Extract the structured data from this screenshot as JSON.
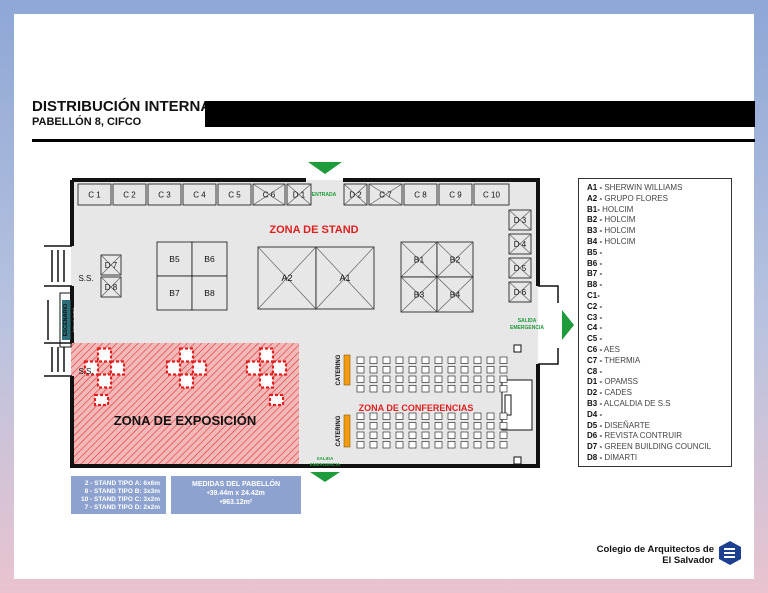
{
  "header": {
    "title": "DISTRIBUCIÓN INTERNA",
    "subtitle": "PABELLÓN 8, CIFCO"
  },
  "plan": {
    "c_top": [
      "C 1",
      "C 2",
      "C 3",
      "C 4",
      "C 5",
      "C 6",
      "D 1",
      "D 2",
      "C 7",
      "C 8",
      "C 9",
      "C 10"
    ],
    "d_right": [
      "D 3",
      "D 4",
      "D 5",
      "D 6"
    ],
    "d_left": [
      "D 7",
      "D 8"
    ],
    "b_left": [
      "B5",
      "B6",
      "B7",
      "B8"
    ],
    "b_right": [
      "B1",
      "B2",
      "B3",
      "B4"
    ],
    "a": [
      "A2",
      "A1"
    ],
    "entrance": "ENTRADA",
    "zone_stand": "ZONA DE STAND",
    "zone_expo": "ZONA DE EXPOSICIÓN",
    "zone_conf": "ZONA DE CONFERENCIAS",
    "catering": "CATERING",
    "exit": [
      "SALIDA",
      "EMERGENCIA"
    ],
    "ss": "S.S.",
    "stage": "ESCENARIO",
    "stage_sub": "ZONA DE DEMOS"
  },
  "legend": [
    {
      "code": "A1 -",
      "name": "SHERWIN WILLIAMS"
    },
    {
      "code": "A2 -",
      "name": "GRUPO FLORES"
    },
    {
      "code": "B1-",
      "name": "HOLCIM"
    },
    {
      "code": "B2 -",
      "name": "HOLCIM"
    },
    {
      "code": "B3 -",
      "name": "HOLCIM"
    },
    {
      "code": "B4 -",
      "name": "HOLCIM"
    },
    {
      "code": "B5 -",
      "name": ""
    },
    {
      "code": "B6 -",
      "name": ""
    },
    {
      "code": "B7 -",
      "name": ""
    },
    {
      "code": "B8 -",
      "name": ""
    },
    {
      "code": "C1-",
      "name": ""
    },
    {
      "code": "C2 -",
      "name": ""
    },
    {
      "code": "C3 -",
      "name": ""
    },
    {
      "code": "C4 -",
      "name": ""
    },
    {
      "code": "C5 -",
      "name": ""
    },
    {
      "code": "C6 -",
      "name": "AES"
    },
    {
      "code": "C7 -",
      "name": "THERMIA"
    },
    {
      "code": "C8 -",
      "name": ""
    },
    {
      "code": "D1 -",
      "name": "OPAMSS"
    },
    {
      "code": "D2 -",
      "name": "CADES"
    },
    {
      "code": "B3 -",
      "name": "ALCALDIA DE S.S"
    },
    {
      "code": "D4 -",
      "name": ""
    },
    {
      "code": "D5 -",
      "name": "DISEÑARTE"
    },
    {
      "code": "D6 -",
      "name": "REVISTA CONTRUIR"
    },
    {
      "code": "D7 -",
      "name": "GREEN BUILDING COUNCIL"
    },
    {
      "code": "D8 -",
      "name": "DIMARTI"
    }
  ],
  "stand_types": [
    "2 - STAND TIPO A: 6x6m",
    "8 - STAND TIPO B: 3x3m",
    "10 - STAND TIPO C: 3x2m",
    "7 - STAND TIPO D: 2x2m"
  ],
  "measures": {
    "title": "MEDIDAS DEL PABELLÓN",
    "dims": "•39.44m x 24.42m",
    "area": "•963.12m²"
  },
  "org": {
    "line1": "Colegio de Arquitectos de",
    "line2": "El Salvador"
  }
}
